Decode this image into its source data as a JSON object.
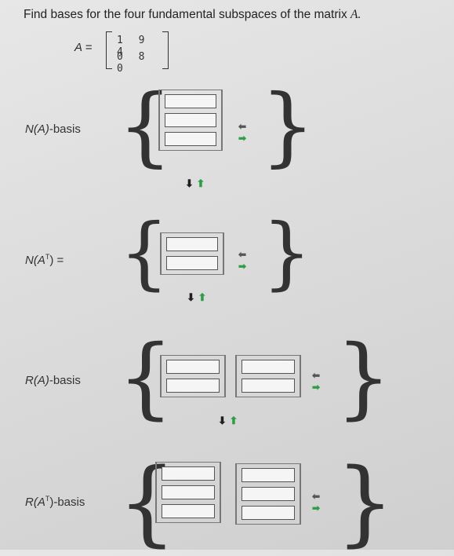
{
  "title": {
    "text": "Find bases for the four fundamental subspaces of the matrix ",
    "var": "A."
  },
  "matrix": {
    "label": "A =",
    "row1": "1 9 4",
    "row2": "0 8 0"
  },
  "sections": [
    {
      "label_pre": "N(A)",
      "label_post": "-basis"
    },
    {
      "label_pre": "N(A",
      "sup": "T",
      "label_post": ") ="
    },
    {
      "label_pre": "R(A)",
      "label_post": "-basis"
    },
    {
      "label_pre": "R(A",
      "sup": "T",
      "label_post": ")-basis"
    }
  ],
  "arrows": {
    "down": "⬇",
    "up": "⬆",
    "left": "⬅",
    "right": "➡"
  },
  "braces": {
    "open": "{",
    "close": "}"
  }
}
